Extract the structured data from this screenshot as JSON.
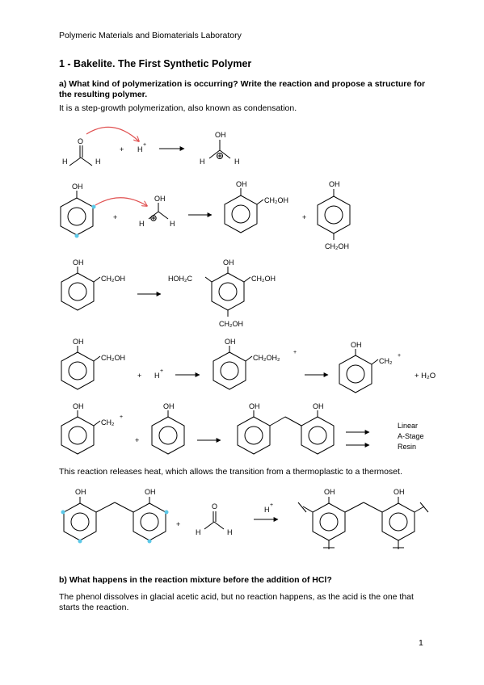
{
  "header": "Polymeric Materials and Biomaterials Laboratory",
  "section_title": "1 - Bakelite. The First Synthetic Polymer",
  "question_a": "a) What kind of polymerization is occurring? Write the reaction and propose a  structure for the resulting polymer.",
  "answer_a": "It is a step-growth polymerization, also known as condensation.",
  "heat_note": "This reaction releases heat, which allows the transition from a thermoplastic to a thermoset.",
  "question_b": "b) What happens in the reaction mixture before the addition of HCl?",
  "answer_b": "The phenol dissolves in glacial acetic acid, but no reaction happens, as the acid is the one that starts the reaction.",
  "page_number": "1",
  "scheme_labels": {
    "O": "O",
    "OH": "OH",
    "H": "H",
    "plus": "+",
    "H_plus": "H",
    "charge_plus": "+",
    "CH2OH": "CH₂OH",
    "HOH2C": "HOH₂C",
    "CH2OH2": "CH₂OH₂",
    "CH2": "CH₂",
    "H2O": "+ H₂O",
    "product_line1": "Linear",
    "product_line2": "A-Stage",
    "product_line3": "Resin"
  },
  "colors": {
    "arrow_curved": "#e05050",
    "site_dot": "#5bc8e8",
    "ink": "#000000"
  }
}
